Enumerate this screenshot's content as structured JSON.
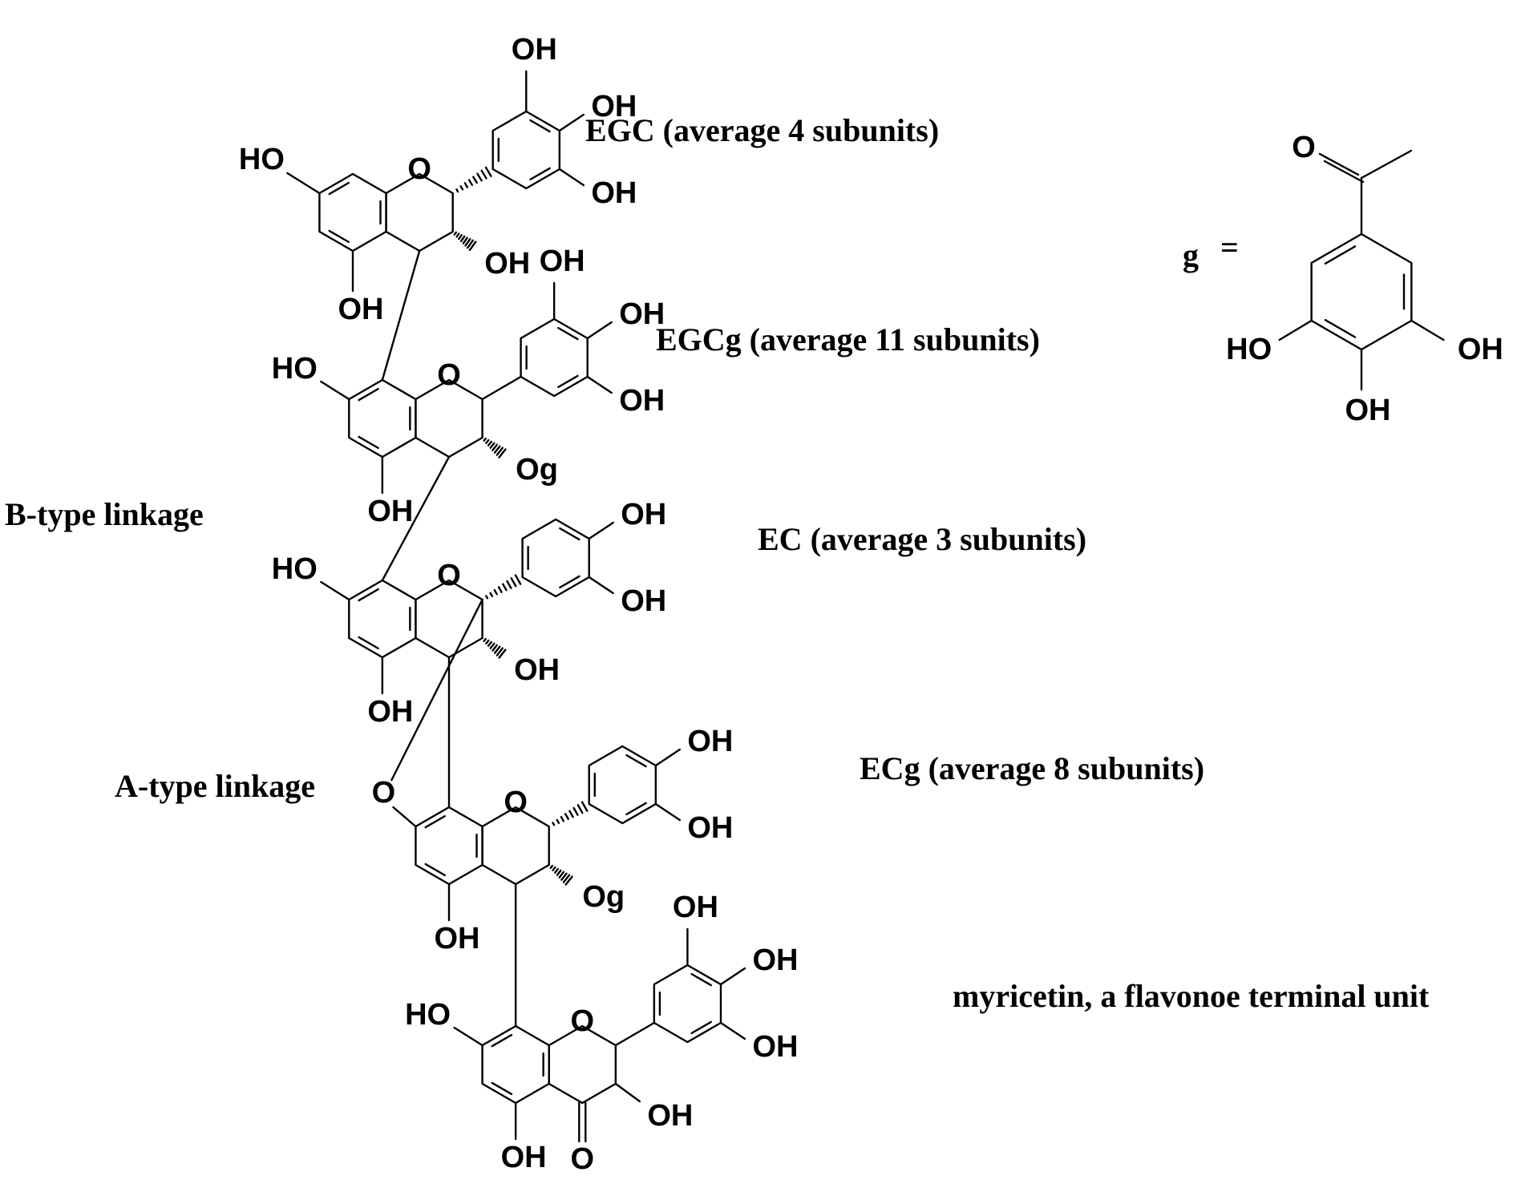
{
  "figure": {
    "description": "Structure of a proanthocyanidin oligomer showing subunit types, linkages and the galloyl group"
  },
  "units": [
    {
      "id": "egc",
      "label": "EGC (average 4 subunits)"
    },
    {
      "id": "egcg",
      "label": "EGCg (average 11 subunits)"
    },
    {
      "id": "ec",
      "label": "EC (average 3 subunits)"
    },
    {
      "id": "ecg",
      "label": "ECg (average 8 subunits)"
    },
    {
      "id": "myr",
      "label": "myricetin, a flavonoe terminal unit"
    }
  ],
  "linkages": {
    "b_type": "B-type linkage",
    "a_type": "A-type linkage"
  },
  "galloyl": {
    "symbol": "g",
    "equals": "="
  },
  "atoms": {
    "oh": "OH",
    "ho": "HO",
    "o": "O",
    "og": "Og"
  },
  "colors": {
    "a_ring": "#e88a8e",
    "c_ring": "#9c98c8",
    "b_ring": "#9ab8e0"
  }
}
